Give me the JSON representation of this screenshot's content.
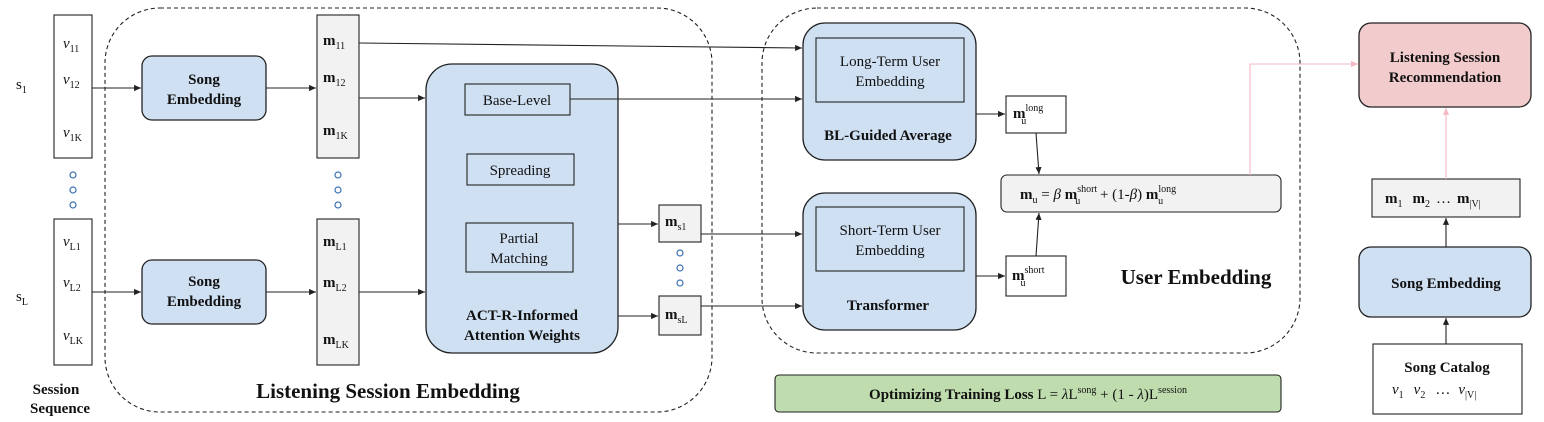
{
  "session_sequence": {
    "label_line1": "Session",
    "label_line2": "Sequence",
    "sessions": [
      {
        "name": "s",
        "sub": "1",
        "items": [
          {
            "v": "v",
            "sub": "11"
          },
          {
            "v": "v",
            "sub": "12"
          },
          {
            "v": "v",
            "sub": "1K"
          }
        ]
      },
      {
        "name": "s",
        "sub": "L",
        "items": [
          {
            "v": "v",
            "sub": "L1"
          },
          {
            "v": "v",
            "sub": "L2"
          },
          {
            "v": "v",
            "sub": "LK"
          }
        ]
      }
    ]
  },
  "listening_session_embedding": {
    "title": "Listening Session Embedding",
    "song_embedding_line1": "Song",
    "song_embedding_line2": "Embedding",
    "embeddings": [
      [
        {
          "m": "m",
          "sub": "11"
        },
        {
          "m": "m",
          "sub": "12"
        },
        {
          "m": "m",
          "sub": "1K"
        }
      ],
      [
        {
          "m": "m",
          "sub": "L1"
        },
        {
          "m": "m",
          "sub": "L2"
        },
        {
          "m": "m",
          "sub": "LK"
        }
      ]
    ],
    "actr": {
      "base_level": "Base-Level",
      "spreading": "Spreading",
      "partial_line1": "Partial",
      "partial_line2": "Matching",
      "title_line1": "ACT-R-Informed",
      "title_line2": "Attention Weights"
    },
    "session_outputs": [
      {
        "m": "m",
        "sub": "s1"
      },
      {
        "m": "m",
        "sub": "sL"
      }
    ]
  },
  "user_embedding": {
    "title": "User Embedding",
    "long_term_line1": "Long-Term User",
    "long_term_line2": "Embedding",
    "long_term_method": "BL-Guided Average",
    "short_term_line1": "Short-Term User",
    "short_term_line2": "Embedding",
    "short_term_method": "Transformer",
    "m_long": {
      "m": "m",
      "sup": "long",
      "sub": "u"
    },
    "m_short": {
      "m": "m",
      "sup": "short",
      "sub": "u"
    },
    "formula": {
      "m": "m",
      "sub_u": "u",
      "eq": " = ",
      "beta": "β",
      "m_short": "m",
      "sup_short": "short",
      "sub_short": "u",
      "plus": " + (1-",
      "beta2": "β",
      "close": ") ",
      "m_long": "m",
      "sup_long": "long",
      "sub_long": "u"
    }
  },
  "loss": {
    "bold_label": "Optimizing Training Loss",
    "L": " L = ",
    "lambda": "λ",
    "Lsong": "L",
    "sup_song": "song",
    "mid": " + (1 - ",
    "lambda2": "λ",
    "close": ")L",
    "sup_session": "session"
  },
  "recommendation": {
    "title_line1": "Listening Session",
    "title_line2": "Recommendation",
    "catalog_embeddings": [
      {
        "m": "m",
        "sub": "1"
      },
      {
        "m": "m",
        "sub": "2"
      },
      {
        "sep": "…"
      },
      {
        "m": "m",
        "sub": "|V|"
      }
    ],
    "song_embedding": "Song Embedding",
    "catalog_title": "Song Catalog",
    "catalog_items": [
      {
        "v": "v",
        "sub": "1"
      },
      {
        "v": "v",
        "sub": "2"
      },
      {
        "sep": "…"
      },
      {
        "v": "v",
        "sub": "|V|"
      }
    ]
  },
  "colors": {
    "blue_box": "#cfe0f3",
    "red_box": "#f2cccc",
    "green_box": "#bfdcae",
    "gray_box": "#f2f2f2",
    "pink_arrow": "#f2b8c4",
    "dots": "#3a6fb0"
  }
}
